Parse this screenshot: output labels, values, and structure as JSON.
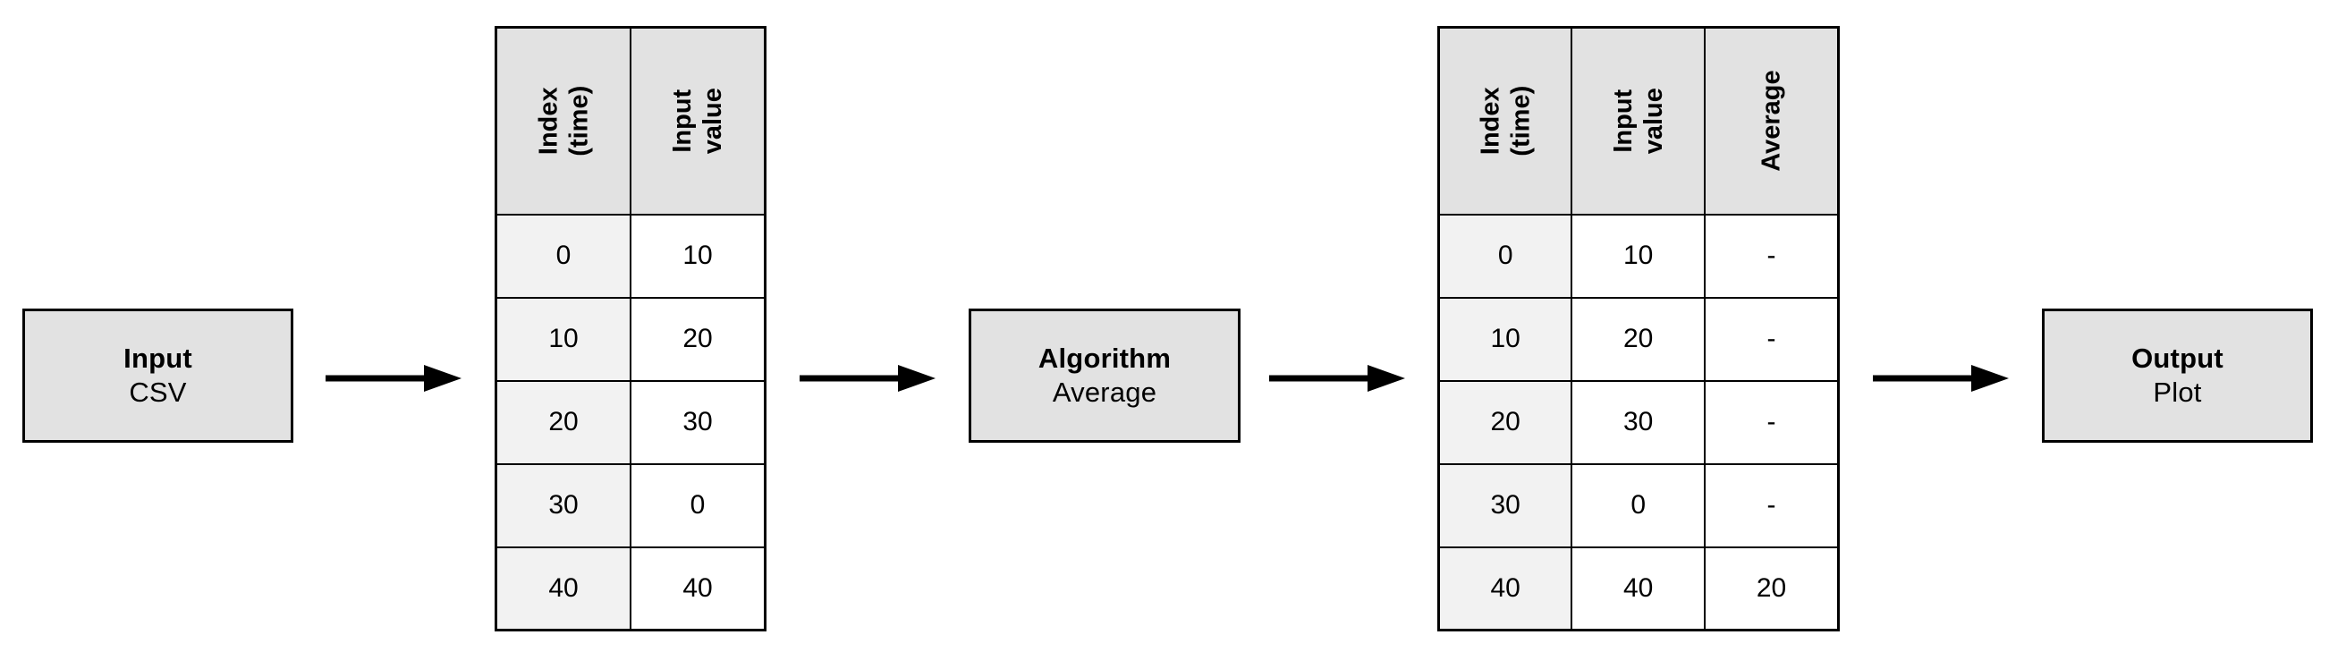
{
  "diagram": {
    "type": "data-processing-pipeline",
    "nodes": [
      {
        "id": "input",
        "title": "Input",
        "subtitle": "CSV"
      },
      {
        "id": "algorithm",
        "title": "Algorithm",
        "subtitle": "Average"
      },
      {
        "id": "output",
        "title": "Output",
        "subtitle": "Plot"
      }
    ],
    "arrows": [
      {
        "id": "arrow-1",
        "direction": "right"
      },
      {
        "id": "arrow-2",
        "direction": "right"
      },
      {
        "id": "arrow-3",
        "direction": "right"
      },
      {
        "id": "arrow-4",
        "direction": "right"
      }
    ],
    "colors": {
      "box_fill": "#e2e2e2",
      "header_fill": "#e2e2e2",
      "index_column_fill": "#f2f2f2",
      "value_column_fill": "#ffffff",
      "border": "#000000",
      "text": "#000000",
      "background": "#ffffff"
    }
  },
  "table_input": {
    "name": "input-table",
    "headers": [
      "Index\n(time)",
      "Input\nvalue"
    ],
    "header_orientation": "vertical",
    "rows": [
      [
        "0",
        "10"
      ],
      [
        "10",
        "20"
      ],
      [
        "20",
        "30"
      ],
      [
        "30",
        "0"
      ],
      [
        "40",
        "40"
      ]
    ]
  },
  "table_output": {
    "name": "output-table",
    "headers": [
      "Index\n(time)",
      "Input\nvalue",
      "Average"
    ],
    "header_orientation": "vertical",
    "rows": [
      [
        "0",
        "10",
        "-"
      ],
      [
        "10",
        "20",
        "-"
      ],
      [
        "20",
        "30",
        "-"
      ],
      [
        "30",
        "0",
        "-"
      ],
      [
        "40",
        "40",
        "20"
      ]
    ]
  },
  "chart_data": {
    "type": "table",
    "title": "",
    "series": [
      {
        "name": "Input value",
        "x": [
          0,
          10,
          20,
          30,
          40
        ],
        "values": [
          10,
          20,
          30,
          0,
          40
        ]
      },
      {
        "name": "Average",
        "x": [
          0,
          10,
          20,
          30,
          40
        ],
        "values": [
          null,
          null,
          null,
          null,
          20
        ]
      }
    ],
    "xlabel": "Index (time)",
    "ylabel": "",
    "legend": [
      "Index (time)",
      "Input value",
      "Average"
    ]
  }
}
